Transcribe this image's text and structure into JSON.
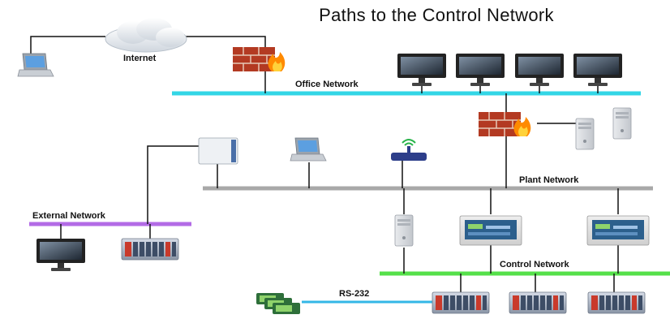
{
  "title": "Paths to the Control Network",
  "labels": {
    "internet": "Internet",
    "office_network": "Office Network",
    "plant_network": "Plant Network",
    "external_network": "External Network",
    "control_network": "Control Network",
    "rs232": "RS-232"
  },
  "colors": {
    "office_network": "#33d6e6",
    "plant_network": "#a8a8a8",
    "external_network": "#b36be6",
    "control_network": "#55e04a",
    "rs232": "#33b7e6",
    "firewall_brick": "#b33a22",
    "firewall_flame": "#ff8a00"
  },
  "icons": [
    "laptop-icon",
    "cloud-icon",
    "firewall-icon",
    "monitor-icon",
    "server-tower-icon",
    "wall-router-icon",
    "wireless-router-icon",
    "hmi-panel-icon",
    "plc-rack-icon",
    "handheld-device-icon"
  ]
}
